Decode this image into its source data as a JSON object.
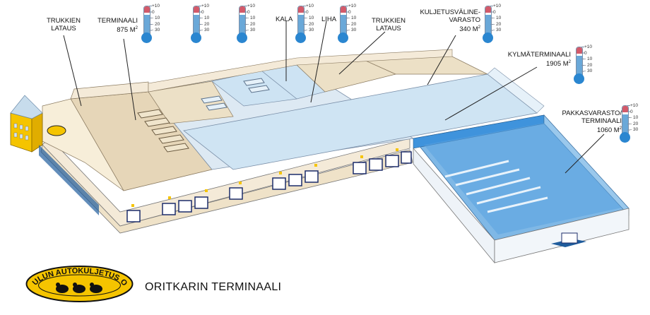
{
  "caption": "ORITKARIN TERMINAALI",
  "logo": {
    "text": "OULUN AUTOKULJETUS OY",
    "bg": "#f5c400",
    "ring": "#111111"
  },
  "labels": [
    {
      "id": "trukkien-lataus-1",
      "lines": [
        "TRUKKIEN",
        "LATAUS"
      ]
    },
    {
      "id": "terminaali",
      "lines": [
        "TERMINAALI",
        "875 M"
      ],
      "sup": "2"
    },
    {
      "id": "kala",
      "lines": [
        "KALA"
      ]
    },
    {
      "id": "liha",
      "lines": [
        "LIHA"
      ]
    },
    {
      "id": "trukkien-lataus-2",
      "lines": [
        "TRUKKIEN",
        "LATAUS"
      ]
    },
    {
      "id": "kuljetusvaline",
      "lines": [
        "KULJETUSVÄLINE-",
        "VARASTO",
        "340 M"
      ],
      "sup": "2"
    },
    {
      "id": "kylmaterminaali",
      "lines": [
        "KYLMÄTERMINAALI",
        "1905 M"
      ],
      "sup": "2"
    },
    {
      "id": "pakkasvarasto",
      "lines": [
        "PAKKASVARASTO/",
        "TERMINAALI",
        "1060 M"
      ],
      "sup": "2"
    }
  ],
  "thermometer": {
    "scale": [
      "+10",
      "0",
      "- 10",
      "- 20",
      "- 30"
    ]
  },
  "colors": {
    "warm_floor": "#e9dcc4",
    "warm_wall": "#f4ead8",
    "cool_floor": "#cfe4f3",
    "cool_wall": "#e6f1f9",
    "freezer": "#2e86d3",
    "freezer_light": "#7fb8e6",
    "yellow": "#f5c400"
  }
}
